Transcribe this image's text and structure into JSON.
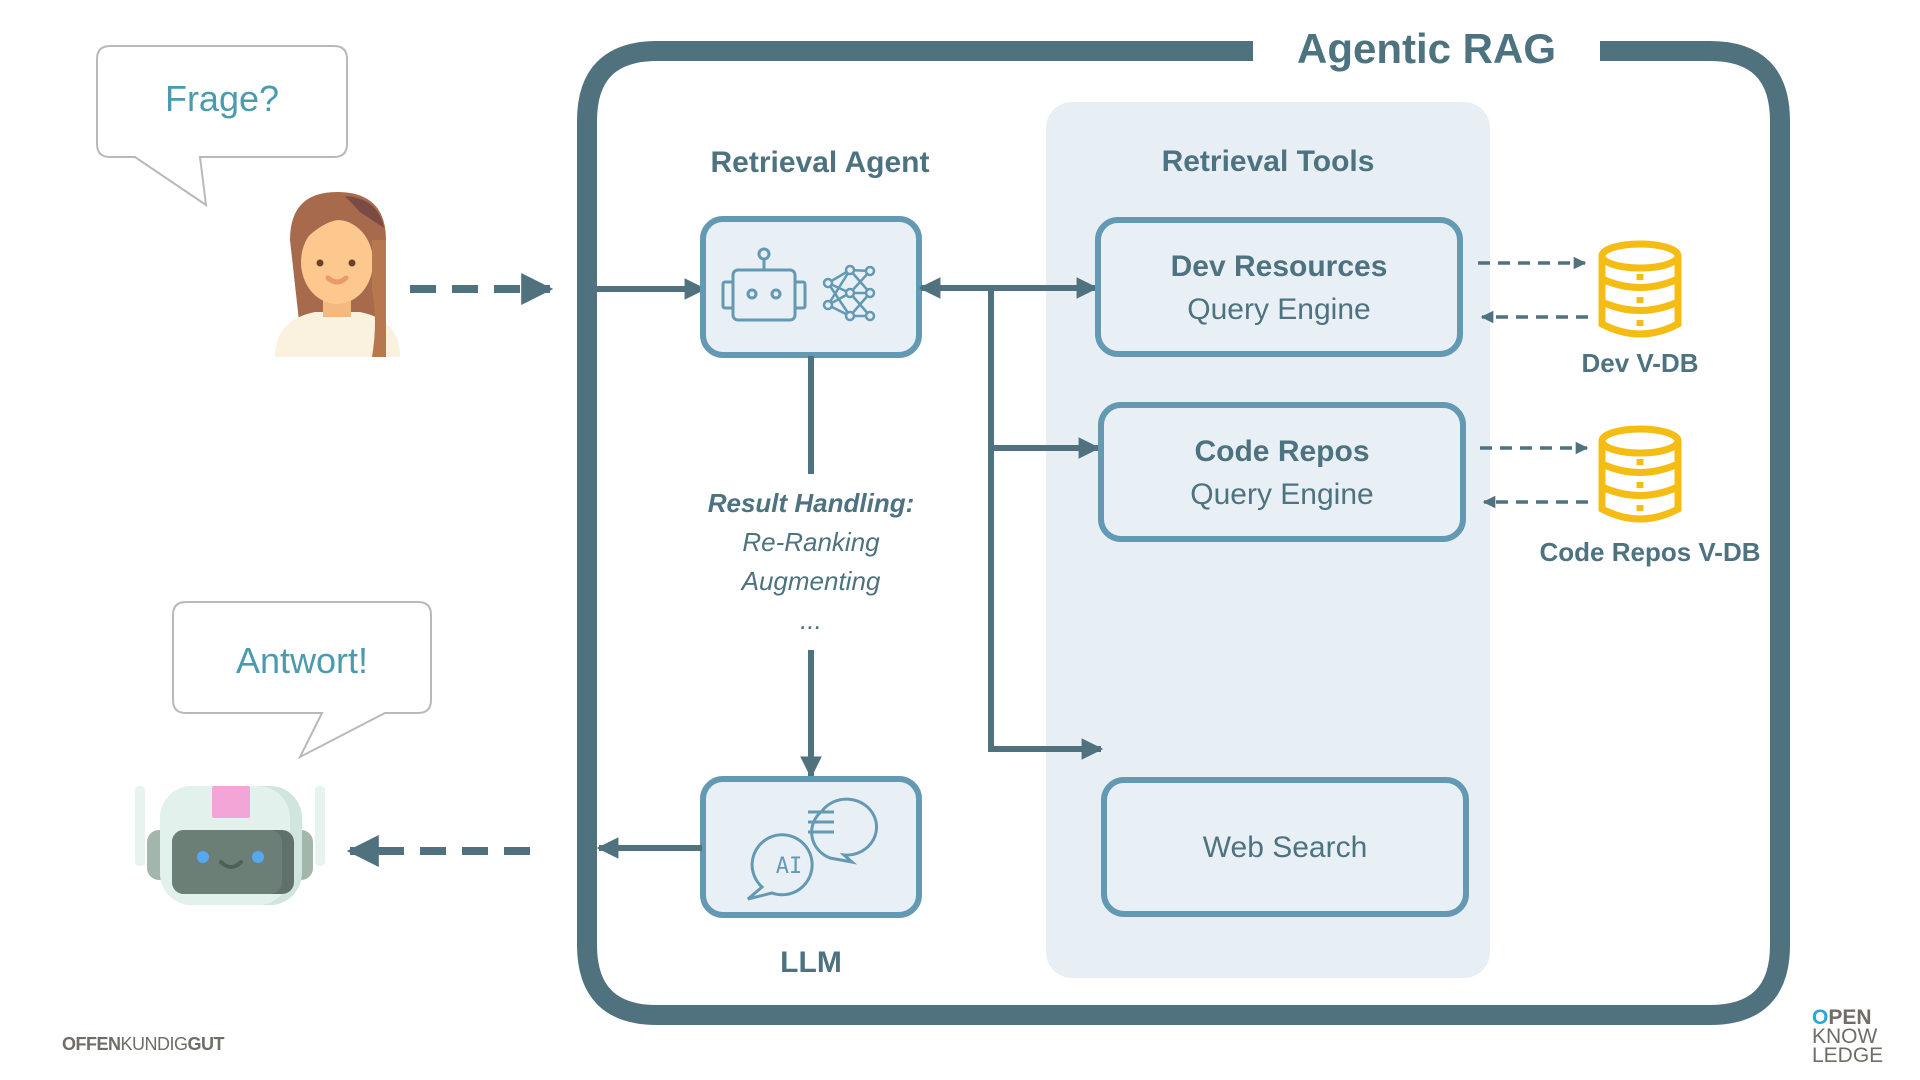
{
  "title": "Agentic RAG",
  "user": {
    "bubble_text": "Frage?",
    "icon": "woman-avatar-icon"
  },
  "bot": {
    "bubble_text": "Antwort!",
    "icon": "robot-avatar-icon"
  },
  "agent": {
    "heading": "Retrieval Agent",
    "icons": [
      "robot-icon",
      "neural-network-icon"
    ]
  },
  "result_handling": {
    "heading": "Result Handling:",
    "items": [
      "Re-Ranking",
      "Augmenting",
      "..."
    ]
  },
  "llm": {
    "label": "LLM",
    "icon": "ai-chat-icon"
  },
  "tools": {
    "heading": "Retrieval Tools",
    "items": [
      {
        "title": "Dev Resources",
        "subtitle": "Query Engine"
      },
      {
        "title": "Code Repos",
        "subtitle": "Query Engine"
      },
      {
        "title": "",
        "subtitle": "Web Search"
      }
    ]
  },
  "databases": [
    {
      "label": "Dev V-DB",
      "icon": "database-icon"
    },
    {
      "label": "Code Repos V-DB",
      "icon": "database-icon"
    }
  ],
  "logos": {
    "left": {
      "part1": "OFFEN",
      "part2": "KUNDIG",
      "part3": "GUT"
    },
    "right": {
      "line1_accent": "O",
      "line1_rest": "PEN",
      "line2": "KNOW",
      "line3": "LEDGE"
    }
  },
  "colors": {
    "frame": "#4f727e",
    "box_stroke": "#6399b3",
    "box_fill": "#e9f0f5",
    "panel_fill": "#e8eff4",
    "text": "#4d7280",
    "bubble_text": "#4a9bae",
    "db": "#f5bd13"
  }
}
